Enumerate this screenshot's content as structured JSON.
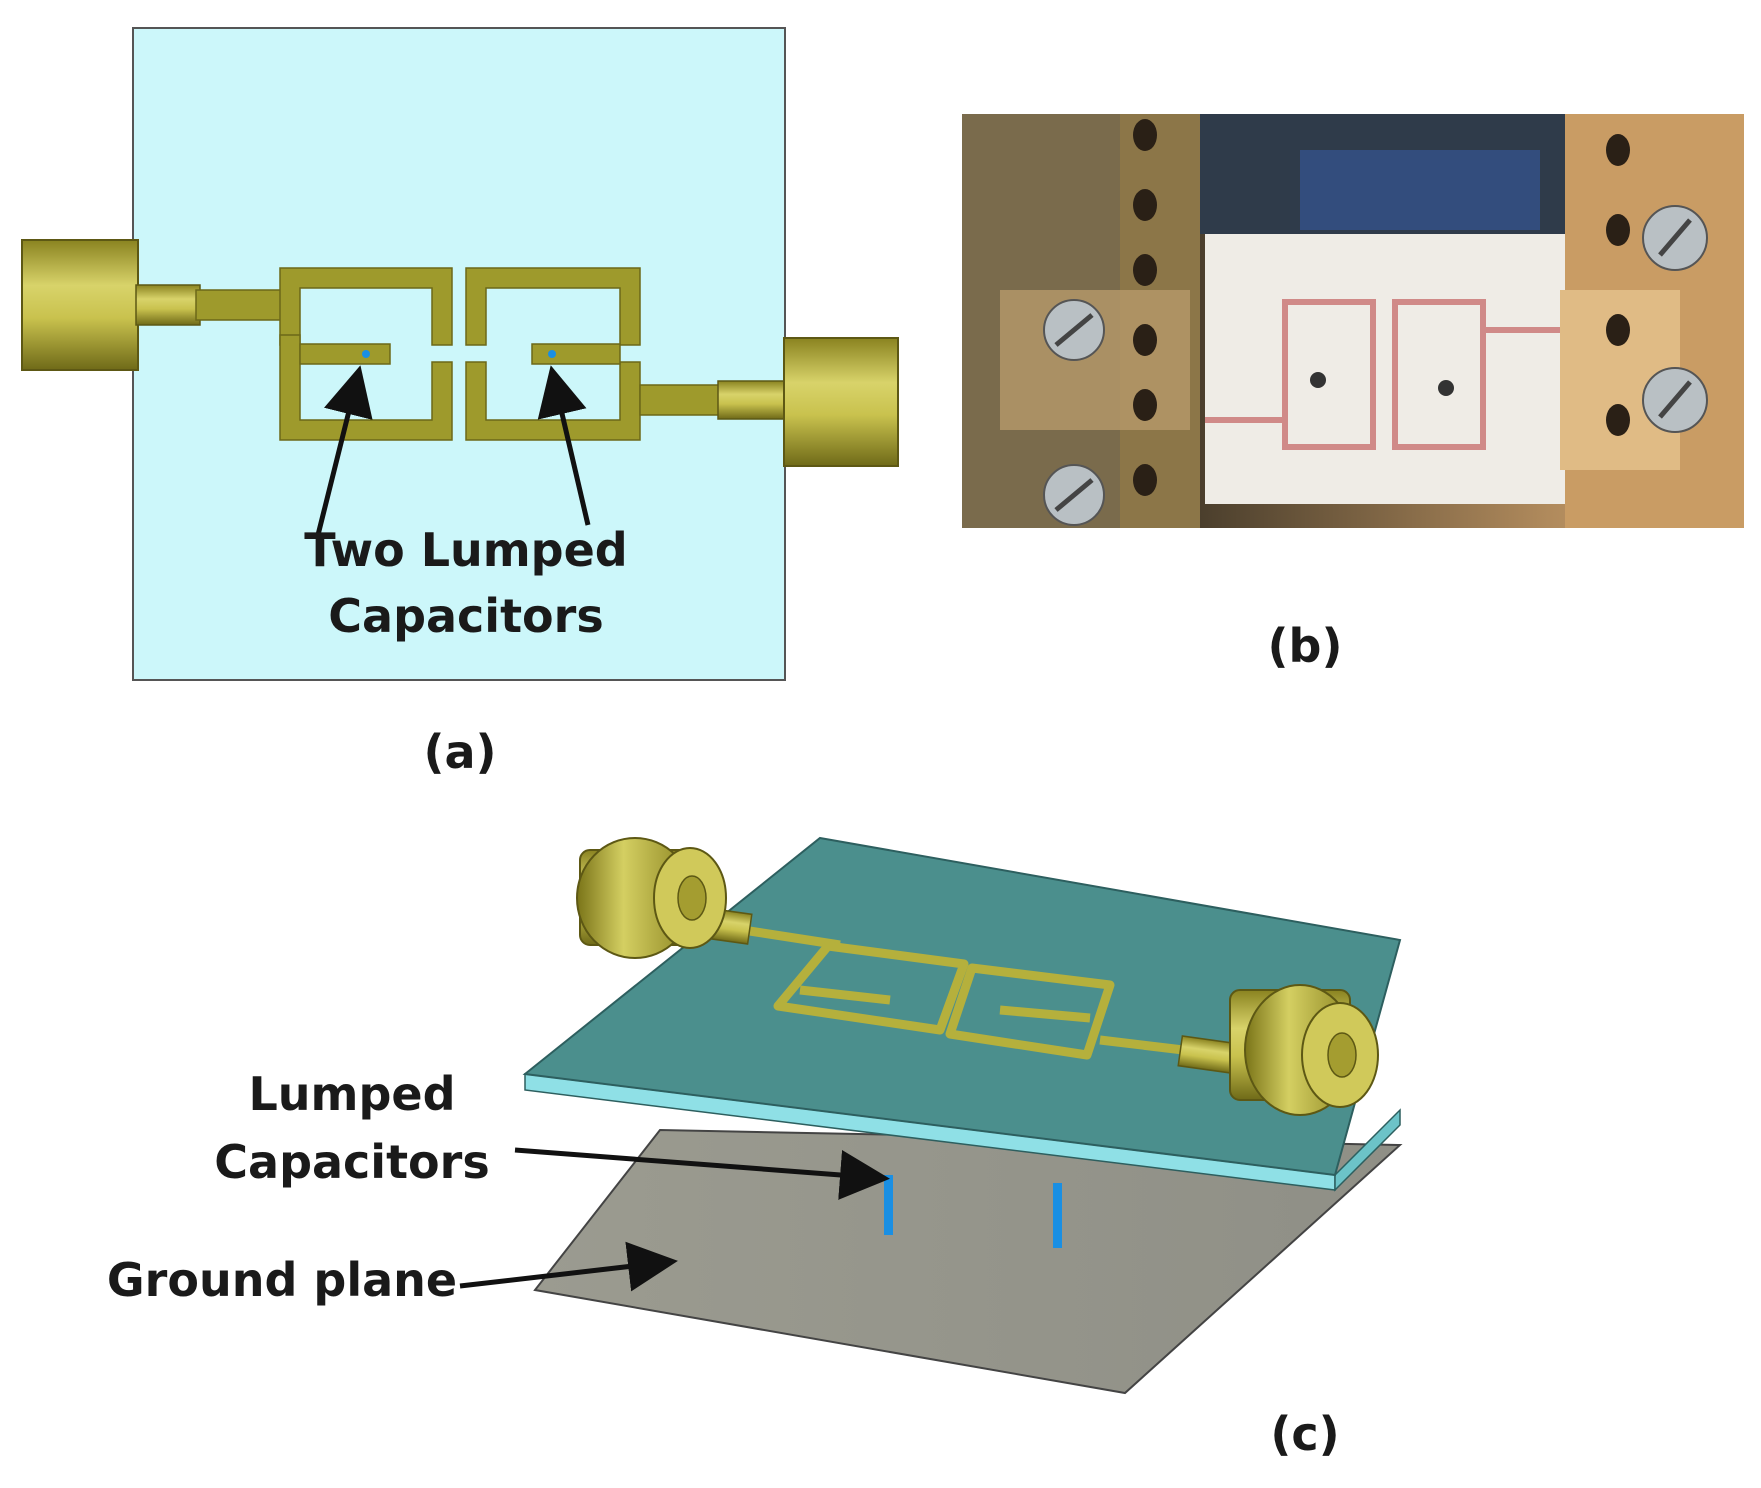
{
  "panel_a": {
    "annotation_line1": "Two Lumped",
    "annotation_line2": "Capacitors",
    "caption": "(a)"
  },
  "panel_b": {
    "caption": "(b)"
  },
  "panel_c": {
    "lumped_line1": "Lumped",
    "lumped_line2": "Capacitors",
    "ground_label": "Ground plane",
    "caption": "(c)"
  },
  "colors": {
    "substrate_top_view": "#ccf7fa",
    "copper_gold": "#9e9a2c",
    "substrate_3d": "#4b8f8d",
    "substrate_edge": "#8fe0e6",
    "ground_plane": "#9a9a8c",
    "capacitor_blue": "#1a8fe3"
  }
}
